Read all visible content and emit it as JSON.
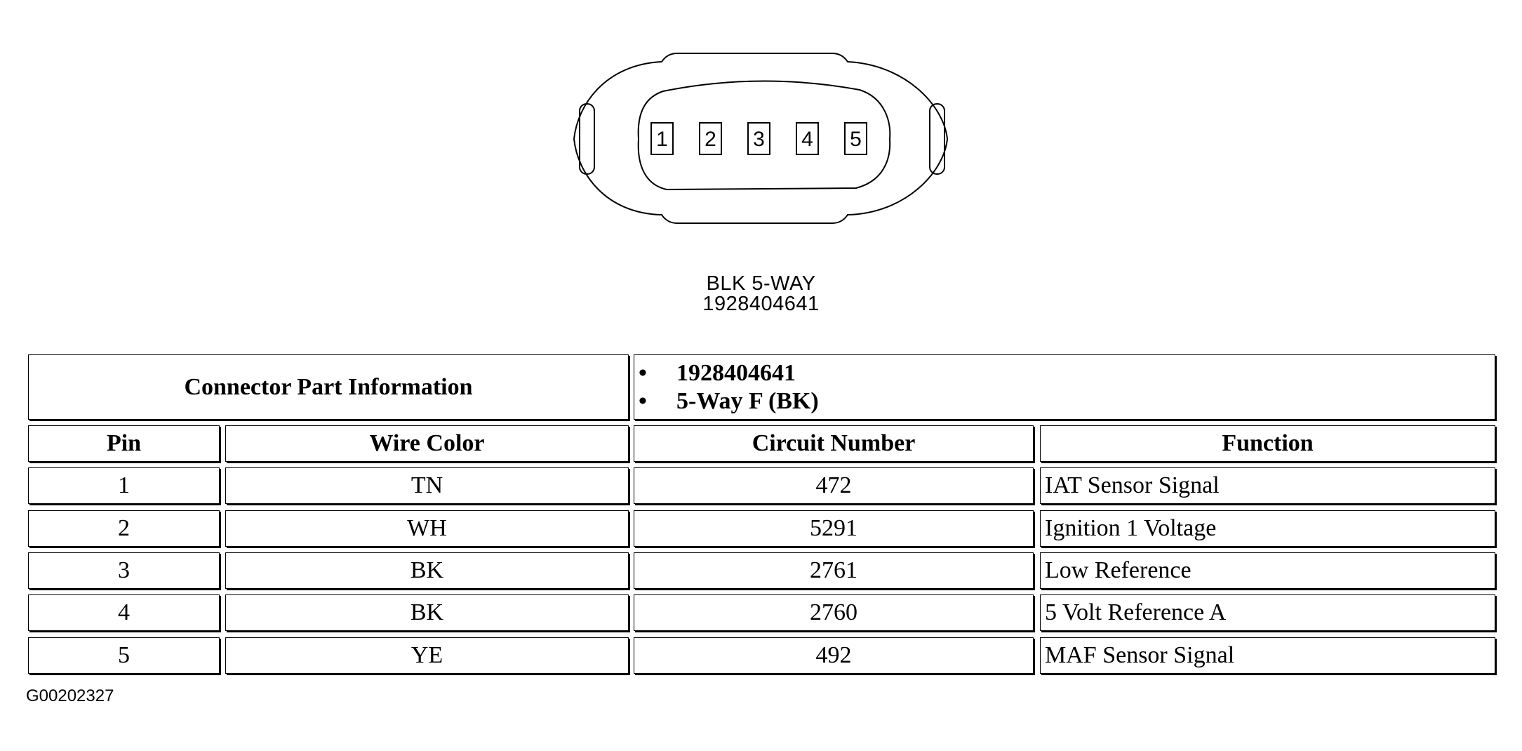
{
  "connector": {
    "pins": [
      "1",
      "2",
      "3",
      "4",
      "5"
    ],
    "name": "BLK 5-WAY",
    "part_number": "1928404641"
  },
  "table": {
    "header_label": "Connector Part Information",
    "info_items": [
      "1928404641",
      "5-Way F (BK)"
    ],
    "columns": [
      "Pin",
      "Wire Color",
      "Circuit Number",
      "Function"
    ],
    "rows": [
      {
        "pin": "1",
        "wire_color": "TN",
        "circuit": "472",
        "function": "IAT Sensor Signal"
      },
      {
        "pin": "2",
        "wire_color": "WH",
        "circuit": "5291",
        "function": "Ignition 1 Voltage"
      },
      {
        "pin": "3",
        "wire_color": "BK",
        "circuit": "2761",
        "function": "Low Reference"
      },
      {
        "pin": "4",
        "wire_color": "BK",
        "circuit": "2760",
        "function": "5 Volt Reference A"
      },
      {
        "pin": "5",
        "wire_color": "YE",
        "circuit": "492",
        "function": "MAF Sensor Signal"
      }
    ]
  },
  "figure_id": "G00202327"
}
